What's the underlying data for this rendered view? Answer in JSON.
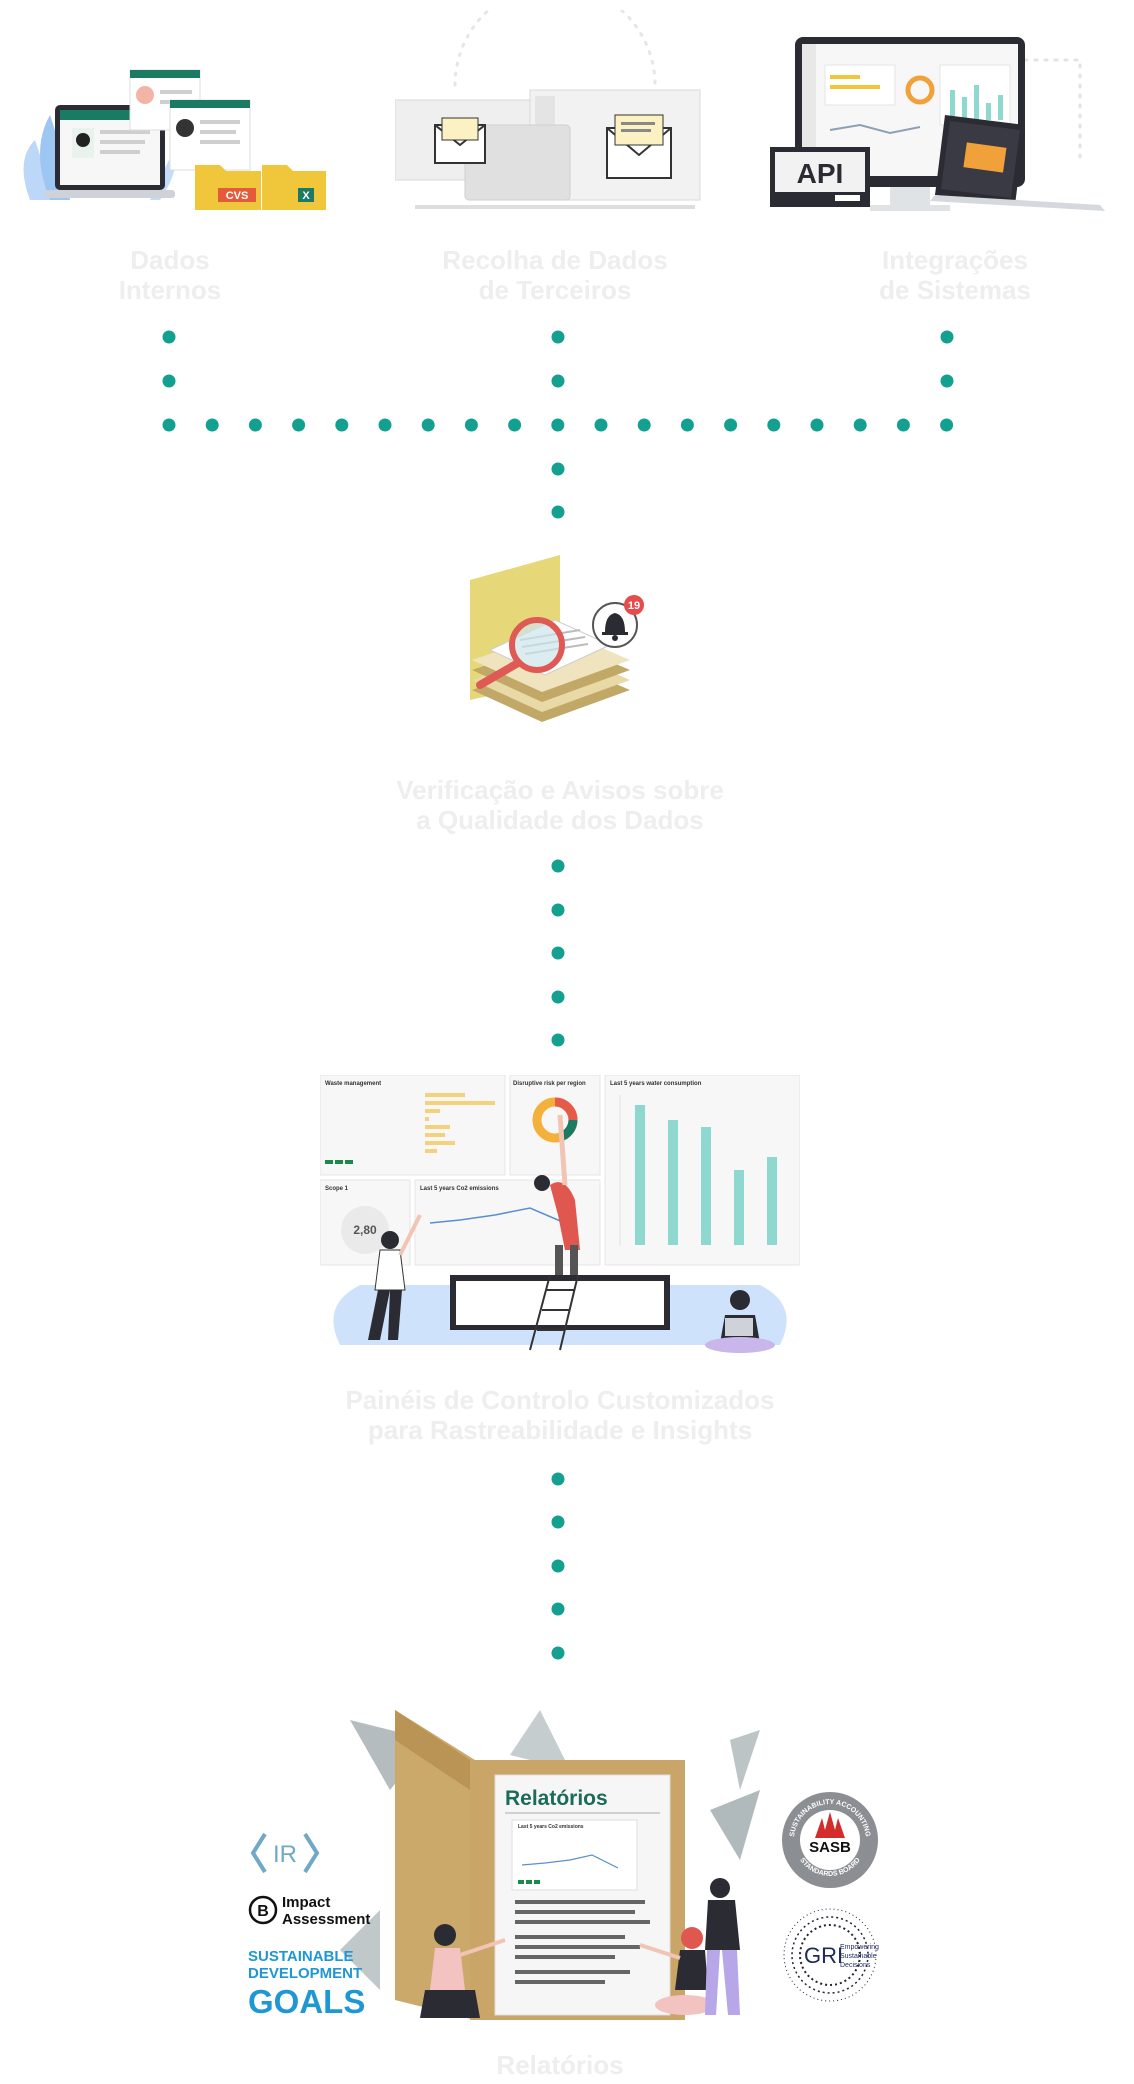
{
  "colors": {
    "dot": "#14a090",
    "label": "#eeeeee",
    "accent_yellow": "#f0c63a",
    "accent_green": "#1a7a64",
    "teal_bar": "#8fd8d0",
    "sdg_blue": "#1f97d4"
  },
  "sources": [
    {
      "label": "Dados\nInternos",
      "icon": "laptop-documents-folders-illustration"
    },
    {
      "label": "Recolha de Dados\nde Terceiros",
      "icon": "envelope-screens-illustration"
    },
    {
      "label": "Integrações\nde Sistemas",
      "icon": "api-monitor-illustration"
    }
  ],
  "illustrations": {
    "folder_cvs": "CVS",
    "folder_excel": "X",
    "api_sign": "API",
    "notification_count": "19"
  },
  "steps": [
    {
      "label": "Verificação e Avisos sobre\na Qualidade dos Dados",
      "icon": "magnifier-documents-bell-illustration"
    },
    {
      "label": "Painéis de Controlo Customizados\npara Rastreabilidade e Insights",
      "icon": "dashboard-people-illustration"
    }
  ],
  "dashboard": {
    "waste_title": "Waste management",
    "region_title": "Disruptive risk per region",
    "water_title": "Last 5 years water consumption",
    "scope_title": "Scope 1",
    "scope_value": "2,80",
    "co2_title": "Last 5 years Co2 emissions"
  },
  "reports": {
    "label": "Relatórios",
    "board_title": "Relatórios",
    "board_chart_title": "Last 5 years Co2 emissions",
    "logos": {
      "ir": "IR",
      "b_letter": "B",
      "b_text_1": "Impact",
      "b_text_2": "Assessment",
      "sdg_1": "SUSTAINABLE",
      "sdg_2": "DEVELOPMENT",
      "sdg_3": "GOALS",
      "sasb_center": "SASB",
      "sasb_ring_top": "SUSTAINABILITY ACCOUNTING",
      "sasb_ring_bottom": "STANDARDS BOARD",
      "gri": "GRI",
      "gri_tag_1": "Empowering",
      "gri_tag_2": "Sustainable",
      "gri_tag_3": "Decisions"
    }
  }
}
